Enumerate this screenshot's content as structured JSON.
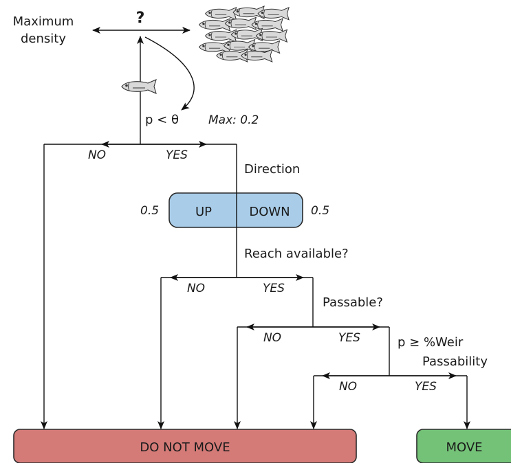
{
  "labels": {
    "max_density": [
      "Maximum",
      "density"
    ],
    "question": "?",
    "p_theta": "p < θ",
    "max_value": "Max: 0.2",
    "no": "NO",
    "yes": "YES",
    "direction": "Direction",
    "up": "UP",
    "down": "DOWN",
    "up_prob": "0.5",
    "down_prob": "0.5",
    "reach_available": "Reach available?",
    "passable": "Passable?",
    "weir_line1": "p ≥ %Weir",
    "weir_line2": "Passability",
    "do_not_move": "DO NOT MOVE",
    "move": "MOVE"
  },
  "colors": {
    "direction_box": "#a9cde9",
    "do_not_move_box": "#d47b78",
    "move_box": "#74c278"
  },
  "icons": [
    "single-fish-icon",
    "fish-school-icon"
  ]
}
